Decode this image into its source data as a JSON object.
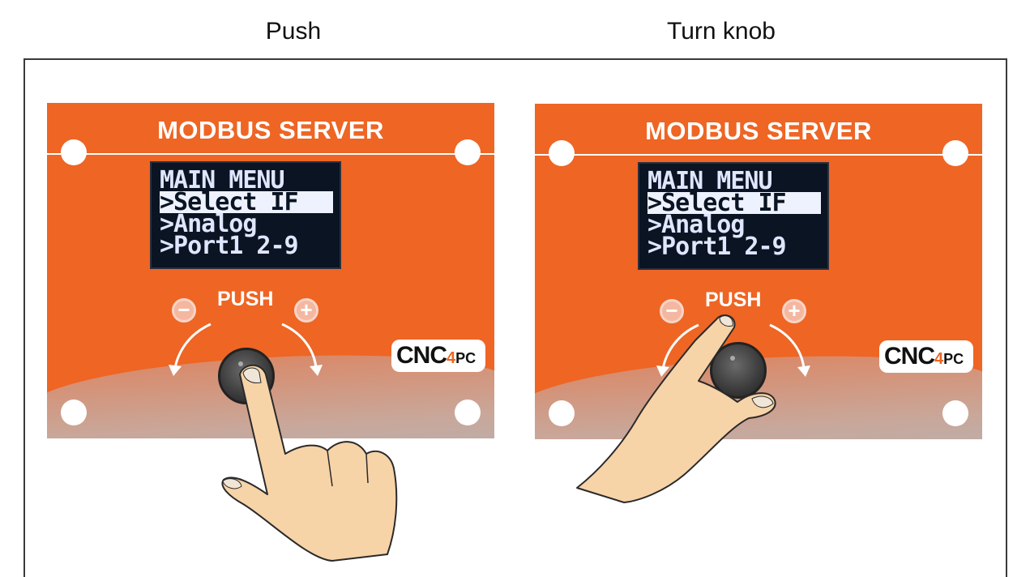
{
  "captions": {
    "left": "Push",
    "right": "Turn knob"
  },
  "panel": {
    "title": "MODBUS SERVER",
    "lcd_lines": [
      "MAIN MENU",
      ">Select IF",
      ">Analog",
      ">Port1 2-9"
    ],
    "push_label": "PUSH",
    "minus_symbol": "−",
    "plus_symbol": "+",
    "brand": {
      "main": "CNC",
      "num": "4",
      "suffix": "PC"
    }
  },
  "colors": {
    "panel_orange": "#ee6524",
    "lcd_background": "#0a1422",
    "lcd_text": "#dfe6ff",
    "skin": "#f7d3a8"
  }
}
